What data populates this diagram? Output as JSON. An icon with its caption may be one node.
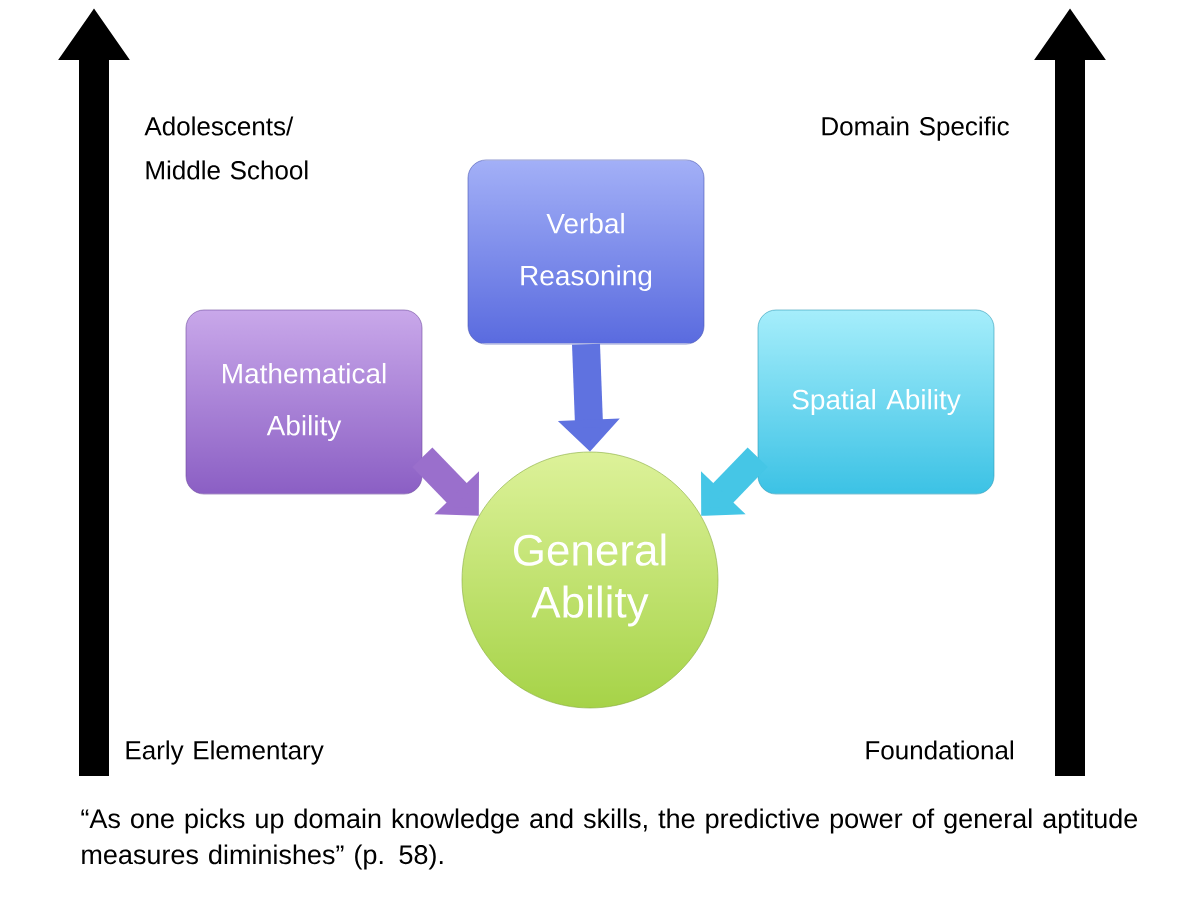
{
  "diagram": {
    "caption": "“As one picks up domain knowledge and skills, the predictive power of general aptitude measures diminishes” (p. 58).",
    "nodes": [
      {
        "text": [
          "Mathematical Ability"
        ]
      },
      {
        "text": [
          "Verbal Reasoning"
        ]
      },
      {
        "text": [
          "Spatial Ability"
        ]
      },
      {
        "text": [
          "General Ability"
        ]
      }
    ],
    "edges": [
      {
        "from": 0,
        "to": 3,
        "arrow": "to",
        "color": "#9a6fcc"
      },
      {
        "from": 1,
        "to": 3,
        "arrow": "to",
        "color": "#5f72e0"
      },
      {
        "from": 2,
        "to": 3,
        "arrow": "to",
        "color": "#45c6e6"
      }
    ],
    "labels": [
      "Adolescents/ Middle School",
      "Domain Specific",
      "Early Elementary",
      "Foundational"
    ]
  }
}
